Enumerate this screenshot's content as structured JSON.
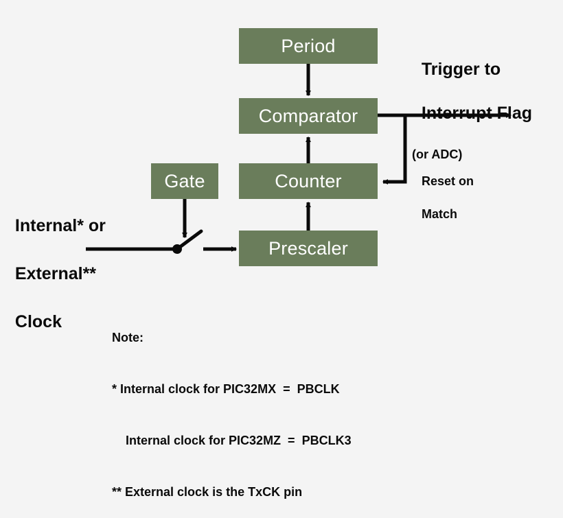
{
  "diagram": {
    "title": "Timer block diagram",
    "background_color": "#f4f4f4",
    "block_fill_color": "#6a7d5b",
    "block_text_color": "#ffffff",
    "line_color": "#0a0a0a",
    "blocks": [
      {
        "id": "period",
        "label": "Period"
      },
      {
        "id": "comparator",
        "label": "Comparator"
      },
      {
        "id": "counter",
        "label": "Counter"
      },
      {
        "id": "prescaler",
        "label": "Prescaler"
      },
      {
        "id": "gate",
        "label": "Gate"
      }
    ],
    "labels": {
      "trigger_line1": "Trigger to",
      "trigger_line2": "Interrupt Flag",
      "trigger_sub": "(or ADC)",
      "clock_line1": "Internal* or",
      "clock_line2": "External**",
      "clock_line3": "Clock",
      "reset_line1": "Reset on",
      "reset_line2": "Match"
    },
    "note": {
      "heading": "Note:",
      "line1": "* Internal clock for PIC32MX  =  PBCLK",
      "line2": "Internal clock for PIC32MZ  =  PBCLK3",
      "line3": "** External clock is the TxCK pin"
    },
    "connections": [
      {
        "from": "period",
        "to": "comparator",
        "type": "arrow-down"
      },
      {
        "from": "counter",
        "to": "comparator",
        "type": "arrow-up"
      },
      {
        "from": "prescaler",
        "to": "counter",
        "type": "arrow-up"
      },
      {
        "from": "gate",
        "to": "switch",
        "type": "arrow-down"
      },
      {
        "from": "switch",
        "to": "prescaler",
        "type": "arrow-right"
      },
      {
        "from": "clock",
        "to": "switch",
        "type": "line-right"
      },
      {
        "from": "comparator",
        "to": "trigger",
        "type": "arrow-right"
      },
      {
        "from": "comparator",
        "to": "counter",
        "type": "feedback-reset"
      }
    ]
  }
}
